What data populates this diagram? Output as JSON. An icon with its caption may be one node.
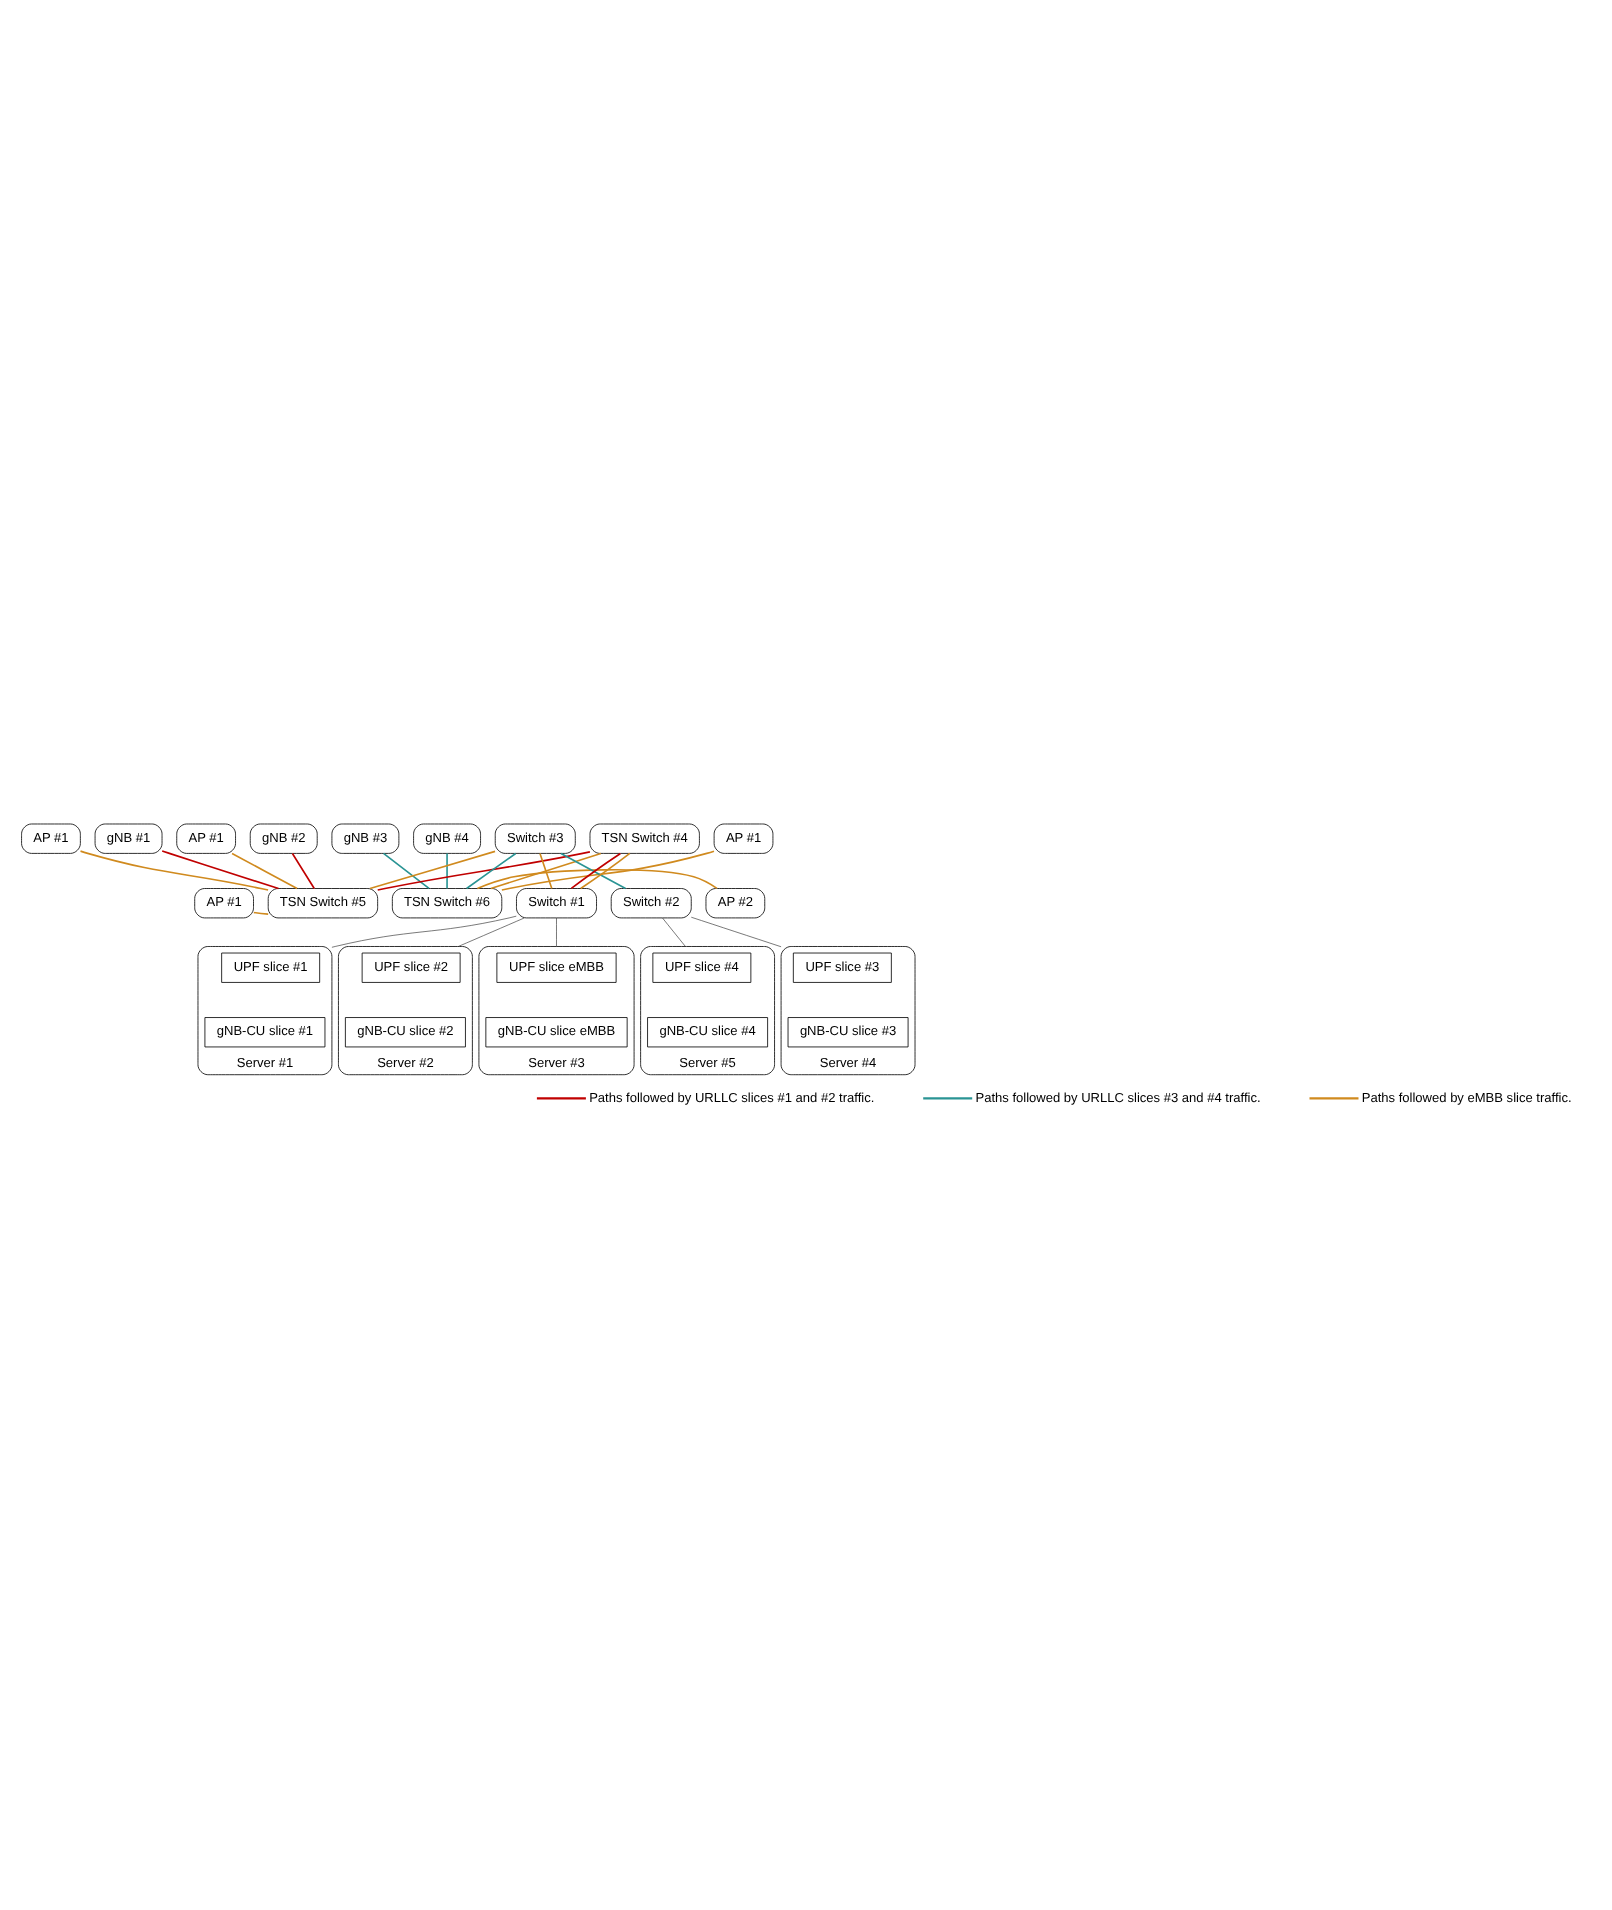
{
  "diagram": {
    "nodes": [
      {
        "text": [
          "gNB #1"
        ]
      },
      {
        "text": [
          "gNB #2"
        ]
      },
      {
        "text": [
          "gNB #3"
        ]
      },
      {
        "text": [
          "gNB #4"
        ]
      },
      {
        "text": [
          "AP #1"
        ]
      },
      {
        "text": [
          "AP #1"
        ]
      },
      {
        "text": [
          "AP #1"
        ]
      },
      {
        "text": [
          "TSN Switch #5"
        ]
      },
      {
        "text": [
          "TSN Switch #6"
        ]
      },
      {
        "text": [
          "AP #2"
        ]
      },
      {
        "text": [
          "AP #1"
        ]
      },
      {
        "text": [
          "Switch #3"
        ]
      },
      {
        "text": [
          "TSN Switch #4"
        ]
      },
      {
        "text": [
          "Switch #1"
        ]
      },
      {
        "text": [
          "Switch #2"
        ]
      },
      {
        "text": [
          "Server #1"
        ]
      },
      {
        "text": [
          "UPF slice #1"
        ],
        "in": 15
      },
      {
        "text": [
          "gNB-CU slice #1"
        ],
        "in": 15
      },
      {
        "text": [
          "Server #2"
        ]
      },
      {
        "text": [
          "UPF slice #2"
        ],
        "in": 18
      },
      {
        "text": [
          "gNB-CU slice #2"
        ],
        "in": 18
      },
      {
        "text": [
          "Server #3"
        ]
      },
      {
        "text": [
          "UPF slice eMBB"
        ],
        "in": 21
      },
      {
        "text": [
          "gNB-CU slice eMBB"
        ],
        "in": 21
      },
      {
        "text": [
          "Server #4"
        ]
      },
      {
        "text": [
          "UPF slice #3"
        ],
        "in": 24
      },
      {
        "text": [
          "gNB-CU slice #3"
        ],
        "in": 24
      },
      {
        "text": [
          "Server #5"
        ]
      },
      {
        "text": [
          "UPF slice #4"
        ],
        "in": 27
      },
      {
        "text": [
          "gNB-CU slice #4"
        ],
        "in": 27
      }
    ],
    "edges": [
      {
        "from": 0,
        "to": 7,
        "arrow": "none",
        "color": "#c00000"
      },
      {
        "from": 1,
        "to": 7,
        "arrow": "none",
        "color": "#c00000"
      },
      {
        "from": 2,
        "to": 8,
        "arrow": "none",
        "color": "#2a9494"
      },
      {
        "from": 3,
        "to": 8,
        "arrow": "none",
        "color": "#2a9494"
      },
      {
        "from": 4,
        "to": 7,
        "arrow": "none",
        "color": "#d08a1e"
      },
      {
        "from": 5,
        "to": 7,
        "arrow": "none",
        "color": "#d08a1e"
      },
      {
        "from": 6,
        "to": 7,
        "arrow": "none",
        "color": "#d08a1e"
      },
      {
        "from": 8,
        "to": 9,
        "arrow": "none",
        "color": "#d08a1e"
      },
      {
        "from": 8,
        "to": 10,
        "arrow": "none",
        "color": "#d08a1e"
      },
      {
        "from": 7,
        "to": 11,
        "arrow": "none",
        "color": "#d08a1e"
      },
      {
        "from": 7,
        "to": 12,
        "arrow": "none",
        "color": "#c00000"
      },
      {
        "from": 8,
        "to": 11,
        "arrow": "none",
        "color": "#2a9494"
      },
      {
        "from": 8,
        "to": 12,
        "arrow": "none",
        "color": "#d08a1e"
      },
      {
        "from": 11,
        "to": 13,
        "arrow": "none",
        "color": "#d08a1e"
      },
      {
        "from": 11,
        "to": 14,
        "arrow": "none",
        "color": "#2a9494"
      },
      {
        "from": 12,
        "to": 13,
        "arrow": "none",
        "color": "#c00000"
      },
      {
        "from": 12,
        "to": 13,
        "arrow": "none",
        "color": "#d08a1e"
      },
      {
        "from": 13,
        "to": 15,
        "arrow": "none",
        "color": "#333333"
      },
      {
        "from": 13,
        "to": 18,
        "arrow": "none",
        "color": "#333333"
      },
      {
        "from": 13,
        "to": 21,
        "arrow": "none",
        "color": "#333333"
      },
      {
        "from": 14,
        "to": 24,
        "arrow": "none",
        "color": "#333333"
      },
      {
        "from": 14,
        "to": 27,
        "arrow": "none",
        "color": "#333333"
      }
    ],
    "legend": [
      {
        "text": "Paths followed by URLLC slices #1 and #2 traffic.",
        "color": "#c00000"
      },
      {
        "text": "Paths followed by URLLC slices #3 and #4 traffic.",
        "color": "#2a9494"
      },
      {
        "text": "Paths followed by eMBB slice traffic.",
        "color": "#d08a1e"
      }
    ]
  }
}
